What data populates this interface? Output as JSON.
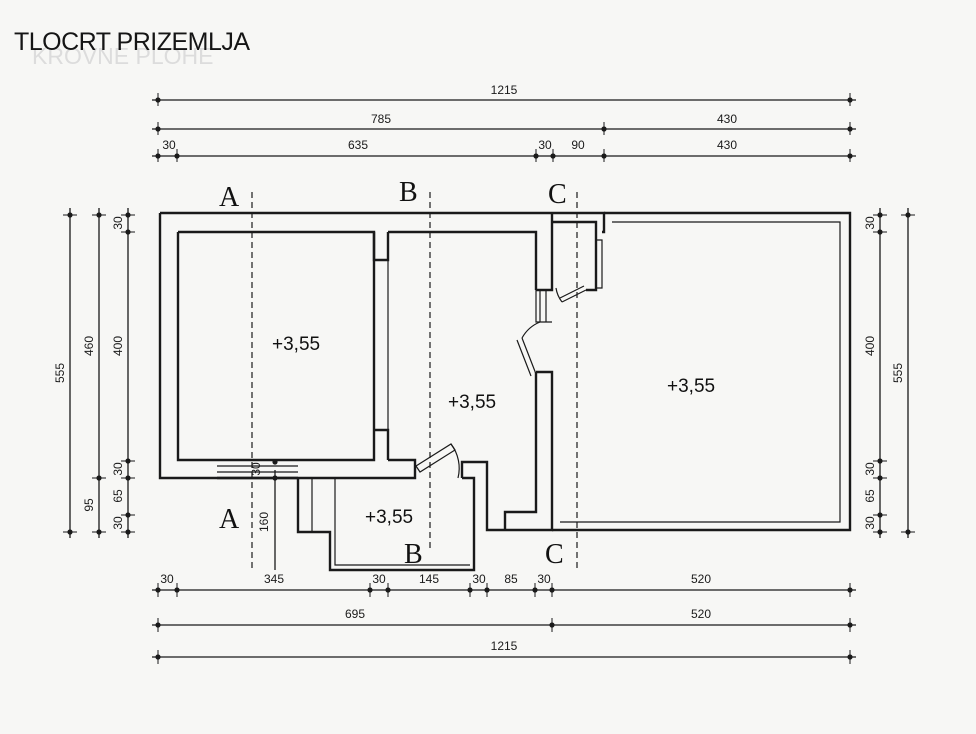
{
  "title": "TLOCRT PRIZEMLJA",
  "background_text": "KROVNE PLOHE",
  "rooms": {
    "left": "+3,55",
    "middle": "+3,55",
    "right": "+3,55",
    "small": "+3,55"
  },
  "section_marks": {
    "a_top": "A",
    "a_bottom": "A",
    "b_top": "B",
    "b_bottom": "B",
    "c_top": "C",
    "c_bottom": "C"
  },
  "dims_top": {
    "row1": {
      "total": "1215"
    },
    "row2": {
      "left": "785",
      "right": "430"
    },
    "row3": {
      "a": "30",
      "b": "635",
      "c": "30",
      "d": "90",
      "e": "430"
    }
  },
  "dims_bottom": {
    "row1": {
      "a": "30",
      "b": "345",
      "c": "30",
      "d": "145",
      "e": "30",
      "f": "85",
      "g": "30",
      "h": "520"
    },
    "row2": {
      "left": "695",
      "right": "520"
    },
    "row3": {
      "total": "1215"
    }
  },
  "dims_left": {
    "outer": "555",
    "mid_top": "460",
    "mid_bottom": "95",
    "inner_a": "30",
    "inner_b": "400",
    "inner_c": "30",
    "inner_d": "65",
    "inner_e": "30"
  },
  "dims_right": {
    "outer": "555",
    "inner_a": "30",
    "inner_b": "400",
    "inner_c": "30",
    "inner_d": "65",
    "inner_e": "30"
  },
  "dims_inner": {
    "wall": "30",
    "annex": "160"
  }
}
